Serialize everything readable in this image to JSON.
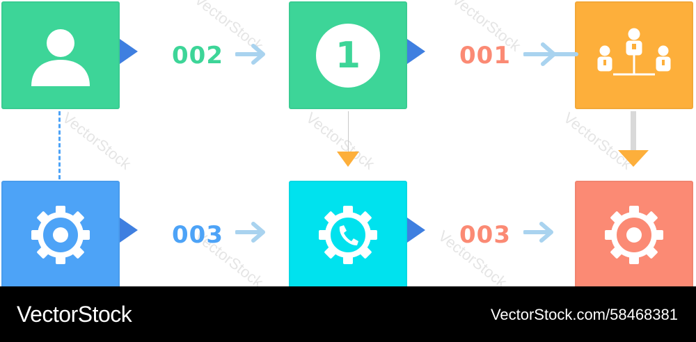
{
  "diagram": {
    "nodes": [
      {
        "id": "user",
        "icon": "user-icon",
        "color": "#3dd598"
      },
      {
        "id": "step-one",
        "icon": "number-badge-icon",
        "label": "1",
        "color": "#3dd598"
      },
      {
        "id": "team",
        "icon": "team-org-icon",
        "color": "#fdaf3b"
      },
      {
        "id": "settings-blue",
        "icon": "gear-icon",
        "color": "#4da3f7"
      },
      {
        "id": "settings-phone",
        "icon": "gear-phone-icon",
        "color": "#00e2ee"
      },
      {
        "id": "settings-red",
        "icon": "gear-icon",
        "color": "#fb8a74"
      }
    ],
    "edge_labels": {
      "top_left": "002",
      "top_right": "001",
      "bottom_left": "003",
      "bottom_right": "003"
    }
  },
  "watermark": "VectorStock",
  "footer": {
    "brand": "VectorStock",
    "stock_id": "VectorStock.com/58468381"
  }
}
